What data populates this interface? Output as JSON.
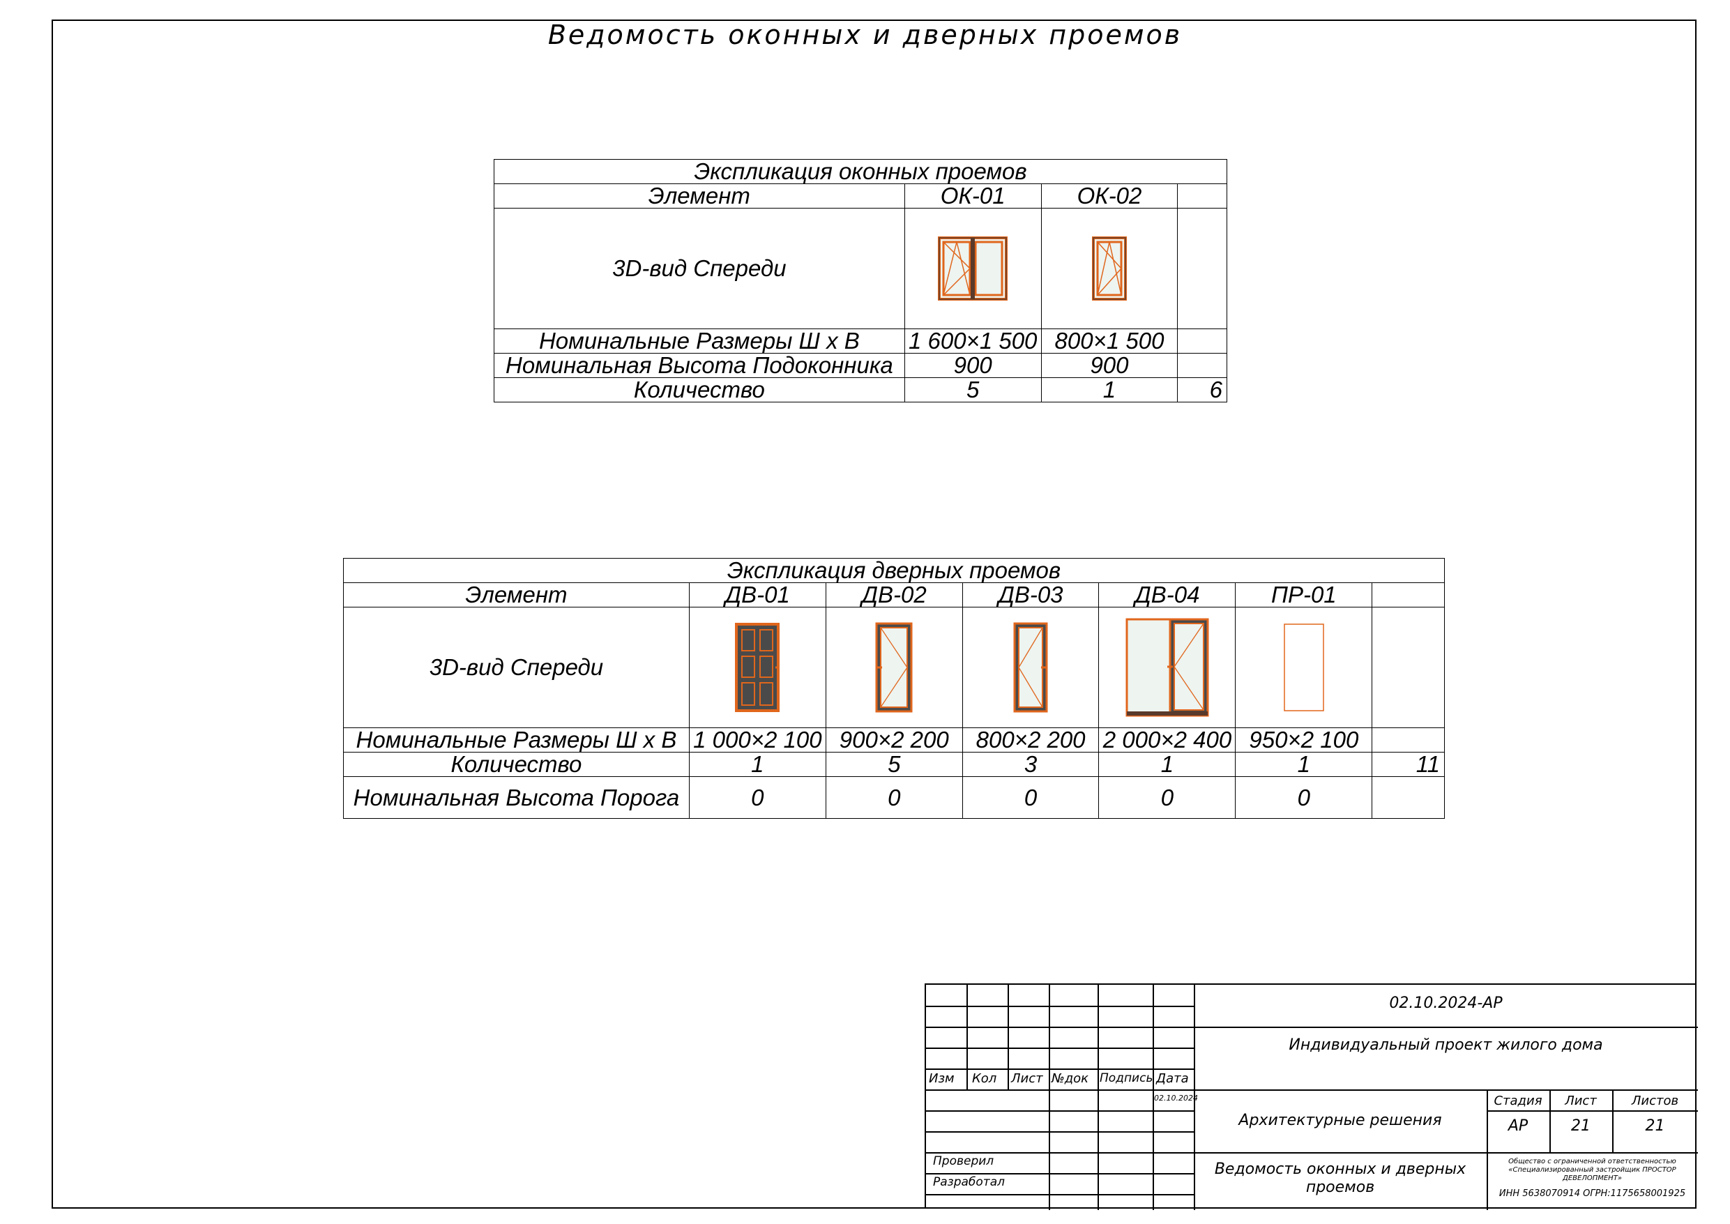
{
  "sheet_title": "Ведомость оконных и дверных проемов",
  "windows": {
    "title": "Экспликация оконных проемов",
    "row_labels": {
      "element": "Элемент",
      "view": "3D-вид Спереди",
      "size": "Номинальные Размеры  Ш х В",
      "sill": "Номинальная Высота Подоконника",
      "qty": "Количество"
    },
    "items": [
      {
        "mark": "ОК-01",
        "size": "1 600×1 500",
        "sill": "900",
        "qty": "5"
      },
      {
        "mark": "ОК-02",
        "size": "800×1 500",
        "sill": "900",
        "qty": "1"
      }
    ],
    "total": "6"
  },
  "doors": {
    "title": "Экспликация дверных проемов",
    "row_labels": {
      "element": "Элемент",
      "view": "3D-вид Спереди",
      "size": "Номинальные Размеры  Ш х В",
      "qty": "Количество",
      "threshold": "Номинальная Высота Порога"
    },
    "items": [
      {
        "mark": "ДВ-01",
        "size": "1 000×2 100",
        "qty": "1",
        "threshold": "0"
      },
      {
        "mark": "ДВ-02",
        "size": "900×2 200",
        "qty": "5",
        "threshold": "0"
      },
      {
        "mark": "ДВ-03",
        "size": "800×2 200",
        "qty": "3",
        "threshold": "0"
      },
      {
        "mark": "ДВ-04",
        "size": "2 000×2 400",
        "qty": "1",
        "threshold": "0"
      },
      {
        "mark": "ПР-01",
        "size": "950×2 100",
        "qty": "1",
        "threshold": "0"
      }
    ],
    "total": "11"
  },
  "stamp": {
    "code": "02.10.2024-АР",
    "project": "Индивидуальный проект жилого дома",
    "section": "Архитектурные решения",
    "sheet_name": "Ведомость оконных и дверных проемов",
    "cols": {
      "izm": "Изм",
      "kol": "Кол",
      "list": "Лист",
      "ndok": "№док",
      "podpis": "Подпись",
      "data": "Дата"
    },
    "date": "02.10.2024",
    "checked": "Проверил",
    "developed": "Разработал",
    "stage_label": "Стадия",
    "sheet_label": "Лист",
    "sheets_label": "Листов",
    "stage": "АР",
    "sheet": "21",
    "sheets": "21",
    "org_line1": "Общество с ограниченной ответственностью",
    "org_line2": "«Специализированный застройщик ПРОСТОР",
    "org_line3": "ДЕВЕЛОПМЕНТ»",
    "org_ids": "ИНН 5638070914  ОГРН:1175658001925"
  },
  "colors": {
    "frame_orange": "#e0661c",
    "frame_dark": "#5a3a2a",
    "glass": "#eef4f0",
    "door_panel": "#4a4a4a"
  }
}
